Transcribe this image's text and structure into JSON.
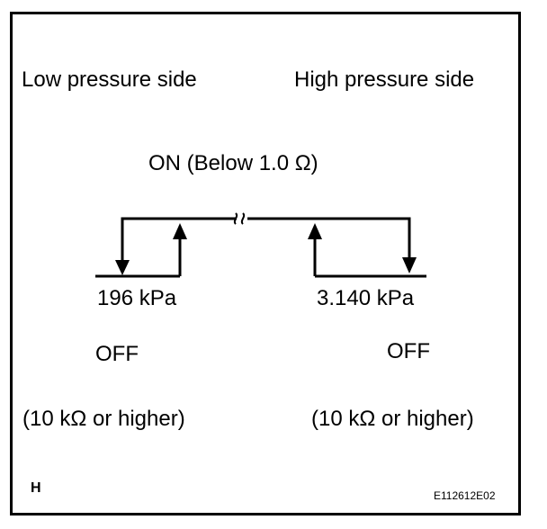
{
  "labels": {
    "low_side": "Low pressure side",
    "high_side": "High pressure side",
    "on_state": "ON (Below 1.0 Ω)",
    "low_pressure": "196 kPa",
    "high_pressure": "3.140 kPa",
    "off_left": "OFF",
    "off_right": "OFF",
    "resistance_left": "(10 kΩ or higher)",
    "resistance_right": "(10 kΩ or higher)",
    "corner_letter": "H",
    "figure_code": "E112612E02"
  }
}
